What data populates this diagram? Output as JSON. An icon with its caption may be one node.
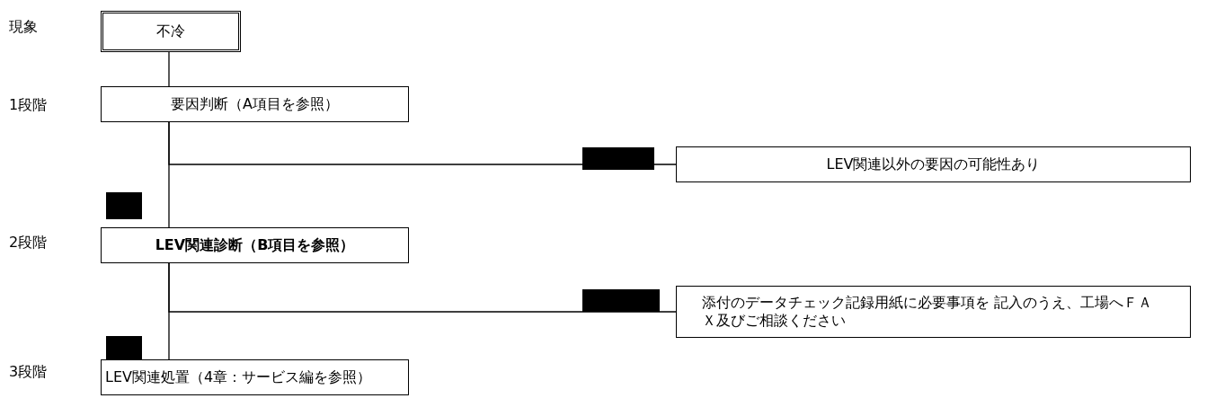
{
  "diagram": {
    "nodes": [
      {
        "text": [
          "不冷"
        ]
      },
      {
        "text": [
          "要因判断（A項目を参照）"
        ]
      },
      {
        "text": [
          "LEV関連以外の要因の可能性あり"
        ]
      },
      {
        "text": [
          "LEV関連診断（B項目を参照）"
        ]
      },
      {
        "text": [
          "添付のデータチェック記録用紙に必要事項を 記入のうえ、工場へＦＡＸ及びご相談ください"
        ]
      },
      {
        "text": [
          "LEV関連処置（4章：サービス編を参照）"
        ]
      }
    ],
    "edges": [
      {
        "from": 0,
        "to": 1,
        "arrow": "none"
      },
      {
        "from": 1,
        "to": 3,
        "arrow": "none"
      },
      {
        "from": 1,
        "to": 2,
        "arrow": "none"
      },
      {
        "from": 3,
        "to": 5,
        "arrow": "none"
      },
      {
        "from": 3,
        "to": 4,
        "arrow": "none"
      }
    ],
    "labels": [
      "現象",
      "1段階",
      "2段階",
      "3段階"
    ]
  }
}
